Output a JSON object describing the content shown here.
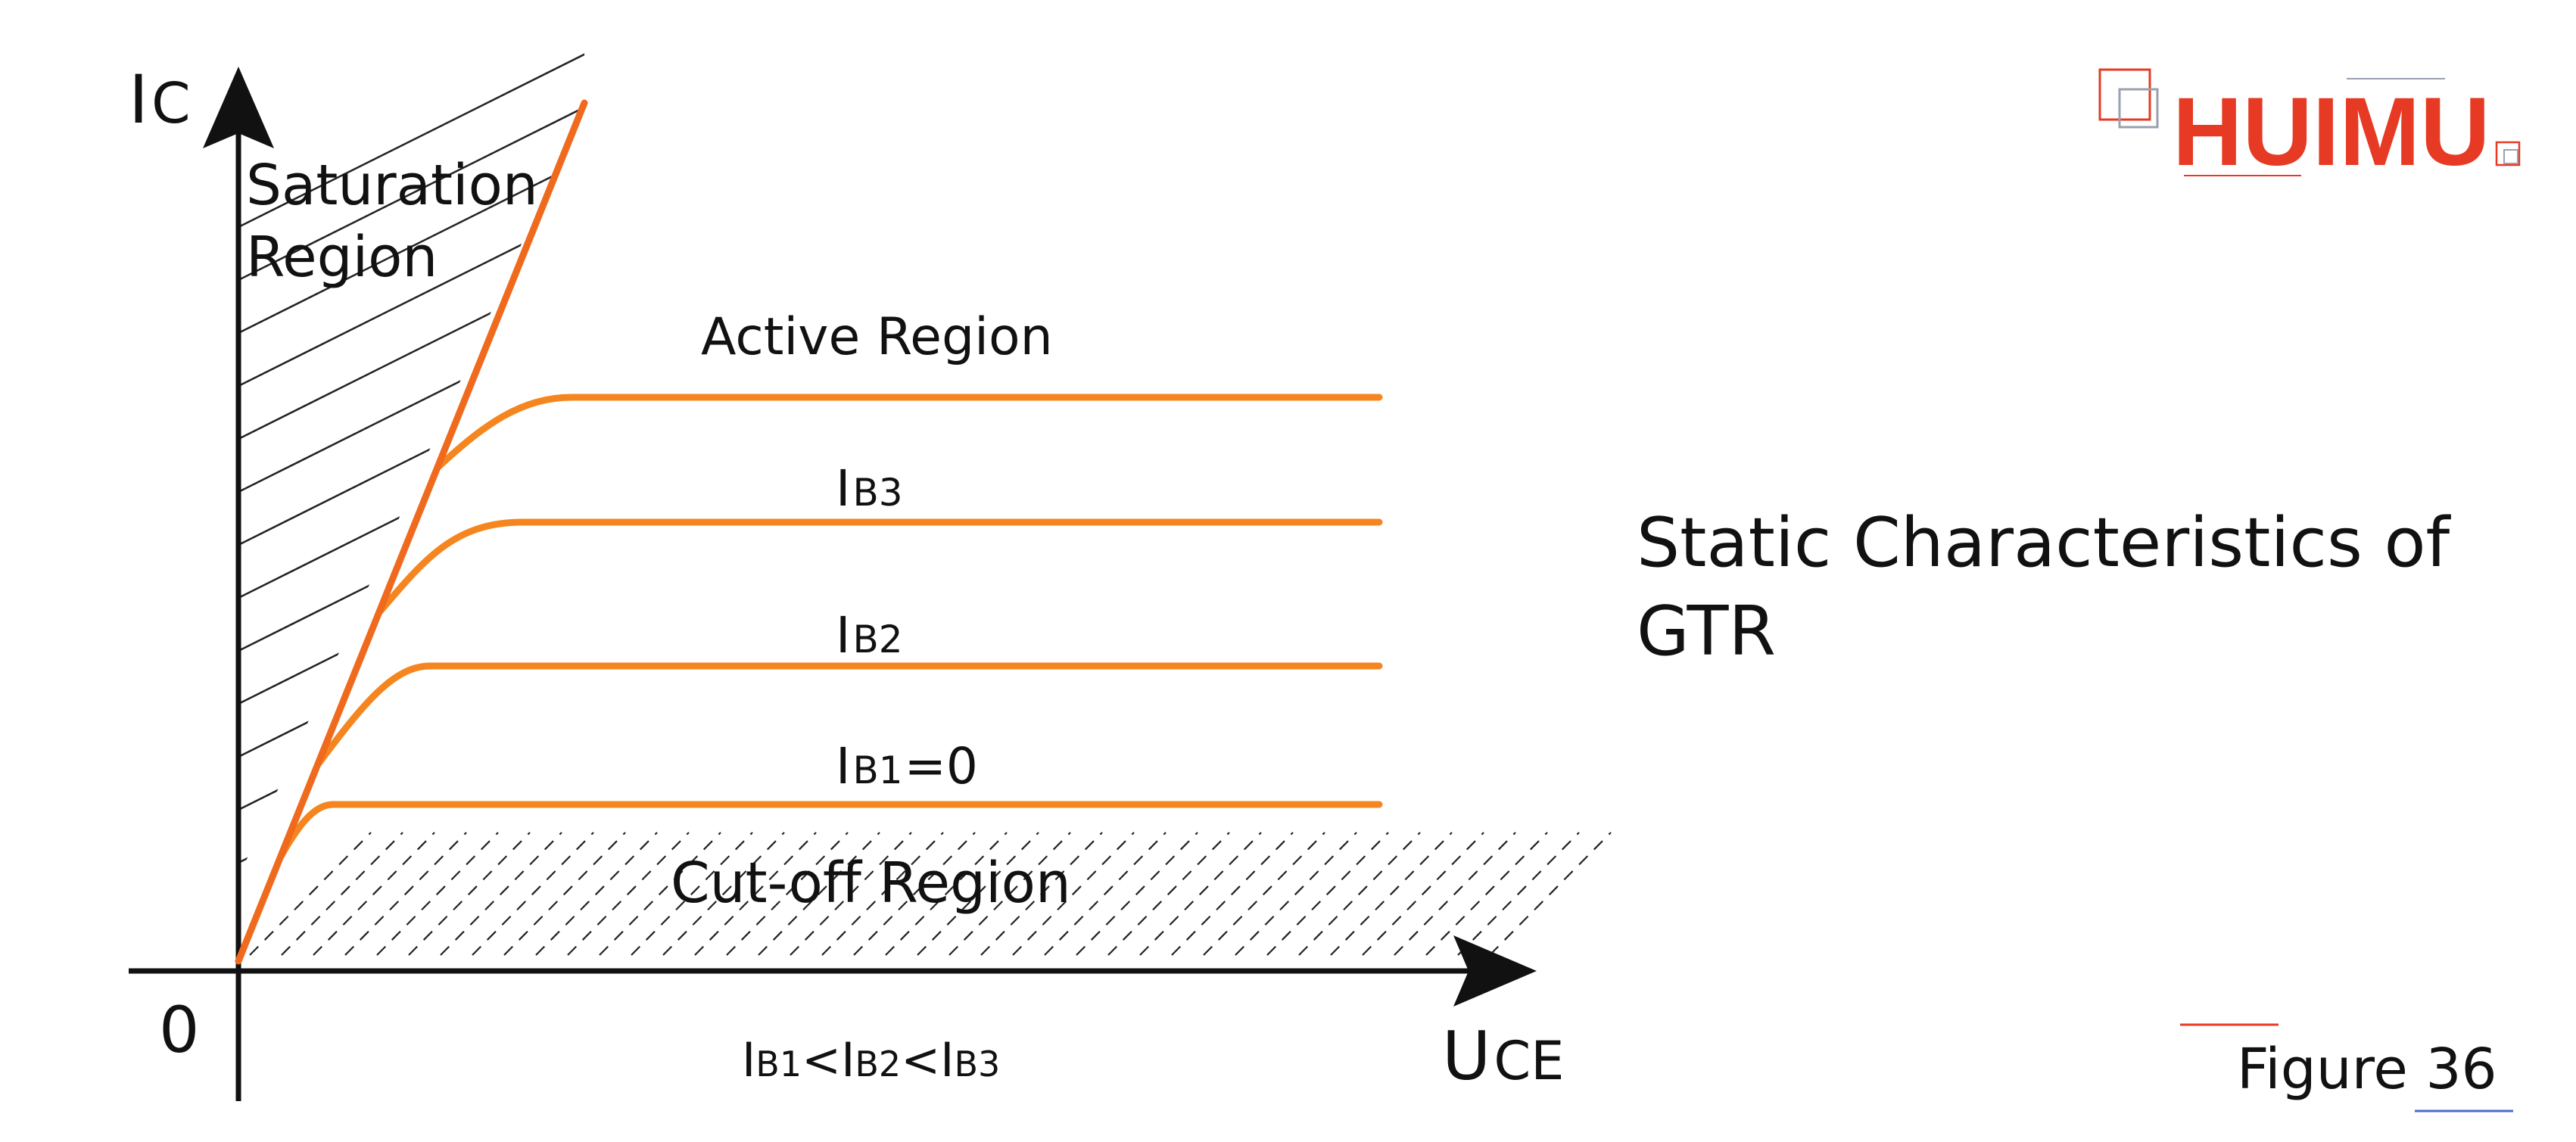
{
  "diagram": {
    "axis": {
      "y_main": "I",
      "y_sub": "C",
      "x_main": "U",
      "x_sub": "CE",
      "origin": "0"
    },
    "regions": {
      "saturation_line1": "Saturation",
      "saturation_line2": "Region",
      "active": "Active Region",
      "cutoff": "Cut-off Region"
    },
    "curve_labels": [
      {
        "main": "I",
        "sub": "B3",
        "suffix": ""
      },
      {
        "main": "I",
        "sub": "B2",
        "suffix": ""
      },
      {
        "main": "I",
        "sub": "B1",
        "suffix": "=0"
      }
    ],
    "relation": {
      "p1": "I",
      "s1": "B1",
      "lt1": "<",
      "p2": "I",
      "s2": "B2",
      "lt2": "<",
      "p3": "I",
      "s3": "B3"
    },
    "curve_color": "#F5861F",
    "saturation_line_color": "#F06A1E"
  },
  "side": {
    "title_line1": "Static Characteristics of",
    "title_line2": "GTR",
    "figure_label": "Figure 36"
  },
  "logo": {
    "text": "HUIMU",
    "color": "#E63A25"
  }
}
